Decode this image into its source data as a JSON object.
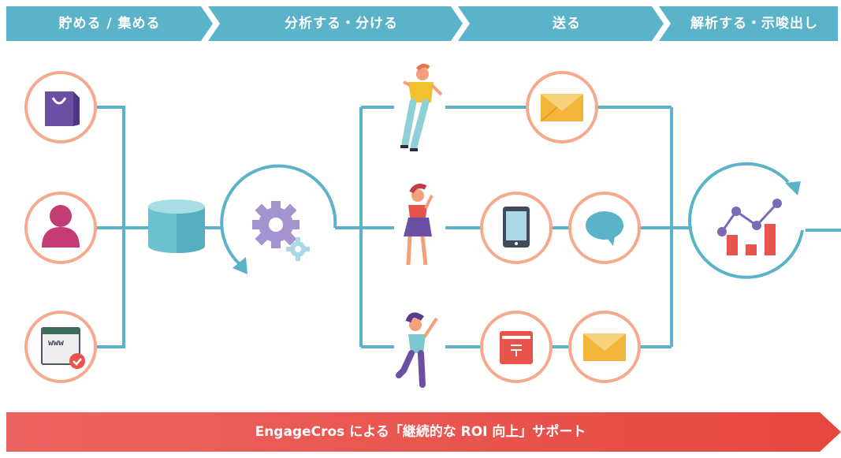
{
  "steps": [
    {
      "label": "貯める / 集める"
    },
    {
      "label": "分析する・分ける"
    },
    {
      "label": "送る"
    },
    {
      "label": "解析する・示唆出し"
    }
  ],
  "bottom_banner": {
    "label": "EngageCros による「継続的な ROI 向上」サポート"
  },
  "browser_icon_text": "www",
  "colors": {
    "header": "#5ab3c8",
    "line": "#5ab3c8",
    "ring": "#f7a98e",
    "banner_start": "#ea5454",
    "banner_end": "#e8453e",
    "purple": "#6b4fa3",
    "envelope": "#f3b53b"
  }
}
